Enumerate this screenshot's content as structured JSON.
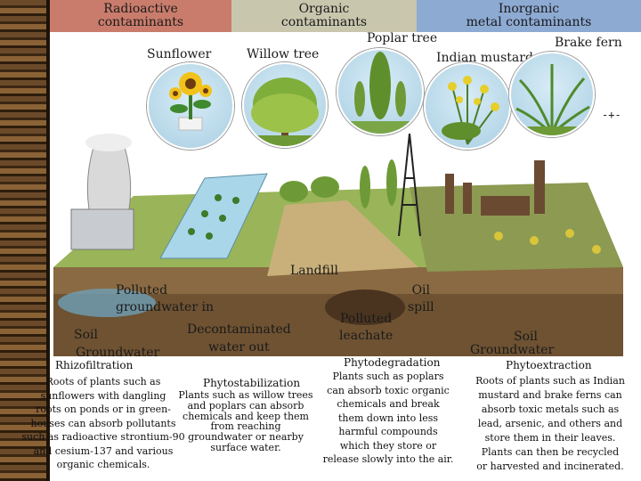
{
  "bands": [
    {
      "label": "Radioactive\ncontaminants",
      "color": "#c97c6c"
    },
    {
      "label": "Organic\ncontaminants",
      "color": "#c8c6ad"
    },
    {
      "label": "Inorganic\nmetal contaminants",
      "color": "#8daad3"
    }
  ],
  "plants": {
    "sunflower": "Sunflower",
    "willow": "Willow tree",
    "poplar": "Poplar tree",
    "mustard": "Indian mustard",
    "fern": "Brake fern"
  },
  "scene": {
    "landfill": "Landfill",
    "polluted_groundwater": "Polluted\ngroundwater in",
    "decontaminated": "Decontaminated\nwater out",
    "oil_spill": "Oil\nspill",
    "polluted_leachate": "Polluted\nleachate",
    "soil_left": "Soil",
    "groundwater_left": "Groundwater",
    "soil_right": "Soil",
    "groundwater_right": "Groundwater"
  },
  "captions": {
    "rhizo_title": "Rhizofiltration",
    "rhizo_text": "Roots of plants such as\nsunflowers with dangling\nroots on ponds or in green-\nhouses can absorb pollutants\nsuch as radioactive strontium-90\nand cesium-137 and various\norganic chemicals.",
    "stab_title": "Phytostabilization",
    "stab_text": "Plants such as willow trees\nand poplars can absorb\nchemicals and keep them\nfrom reaching\ngroundwater or nearby\nsurface water.",
    "degr_title": "Phytodegradation",
    "degr_text": "Plants such as poplars\ncan absorb toxic organic\nchemicals and break\nthem down into less\nharmful compounds\nwhich they store or\nrelease slowly into the air.",
    "extr_title": "Phytoextraction",
    "extr_text": "Roots of plants such as Indian\nmustard and brake ferns can\nabsorb toxic metals such as\nlead, arsenic, and others and\nstore them in their leaves.\nPlants can then be recycled\nor harvested and incinerated."
  },
  "decor": {
    "dash_mark": "-+-"
  }
}
